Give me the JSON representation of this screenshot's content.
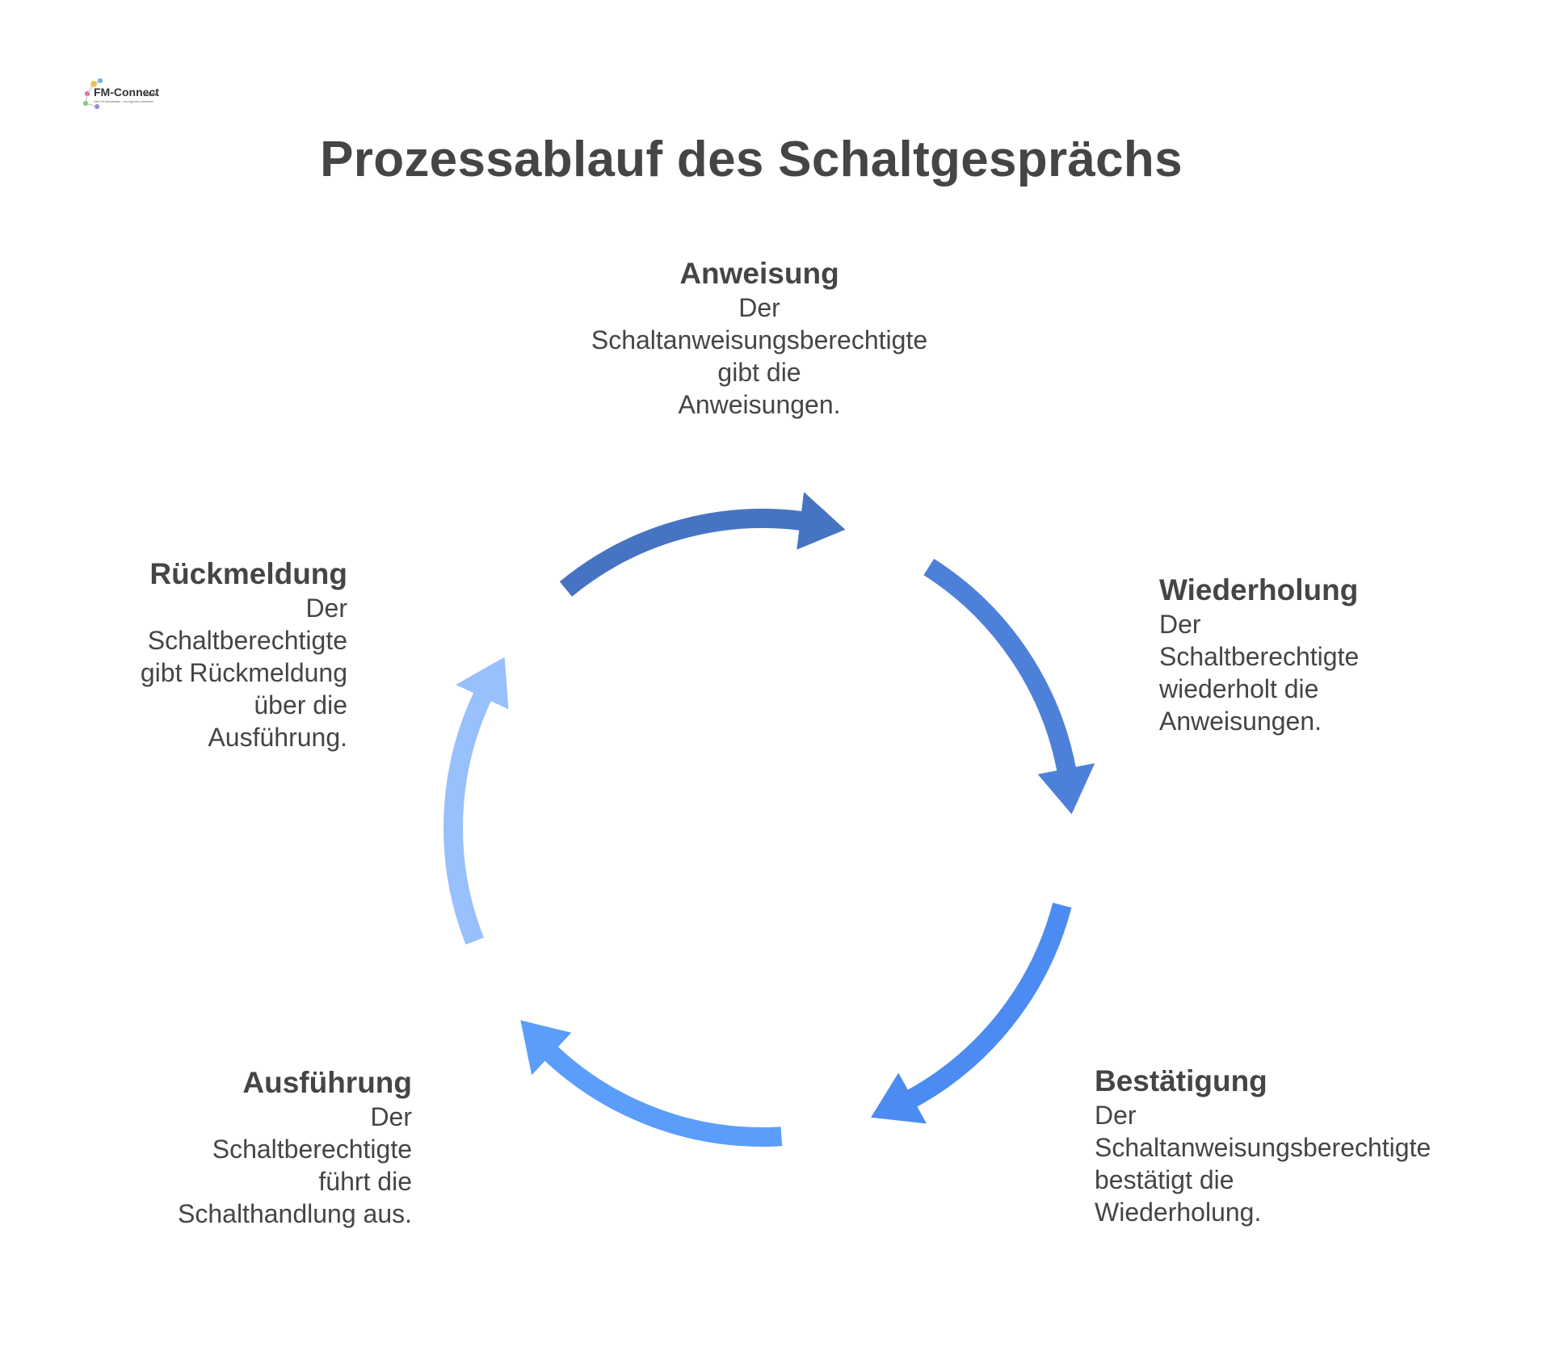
{
  "logo": {
    "name": "FM-Connect",
    "suffix": ".com",
    "tagline": "Das FM-Dienstleister- und Ingenieur-Netzwerk"
  },
  "title": "Prozessablauf des Schaltgesprächs",
  "steps": [
    {
      "id": "anweisung",
      "title": "Anweisung",
      "text": "Der\nSchaltanweisungsberechtigte\ngibt die\nAnweisungen.",
      "color": "#4674c3"
    },
    {
      "id": "wiederholung",
      "title": "Wiederholung",
      "text": "Der\nSchaltberechtigte\nwiederholt die\nAnweisungen.",
      "color": "#4d80d9"
    },
    {
      "id": "bestaetigung",
      "title": "Bestätigung",
      "text": "Der\nSchaltanweisungsberechtigte\nbestätigt die\nWiederholung.",
      "color": "#4c8cf2"
    },
    {
      "id": "ausfuehrung",
      "title": "Ausführung",
      "text": "Der\nSchaltberechtigte\nführt die\nSchalthandlung aus.",
      "color": "#5b9dfa"
    },
    {
      "id": "rueckmeldung",
      "title": "Rückmeldung",
      "text": "Der\nSchaltberechtigte\ngibt Rückmeldung\nüber die\nAusführung.",
      "color": "#98c0fc"
    }
  ]
}
